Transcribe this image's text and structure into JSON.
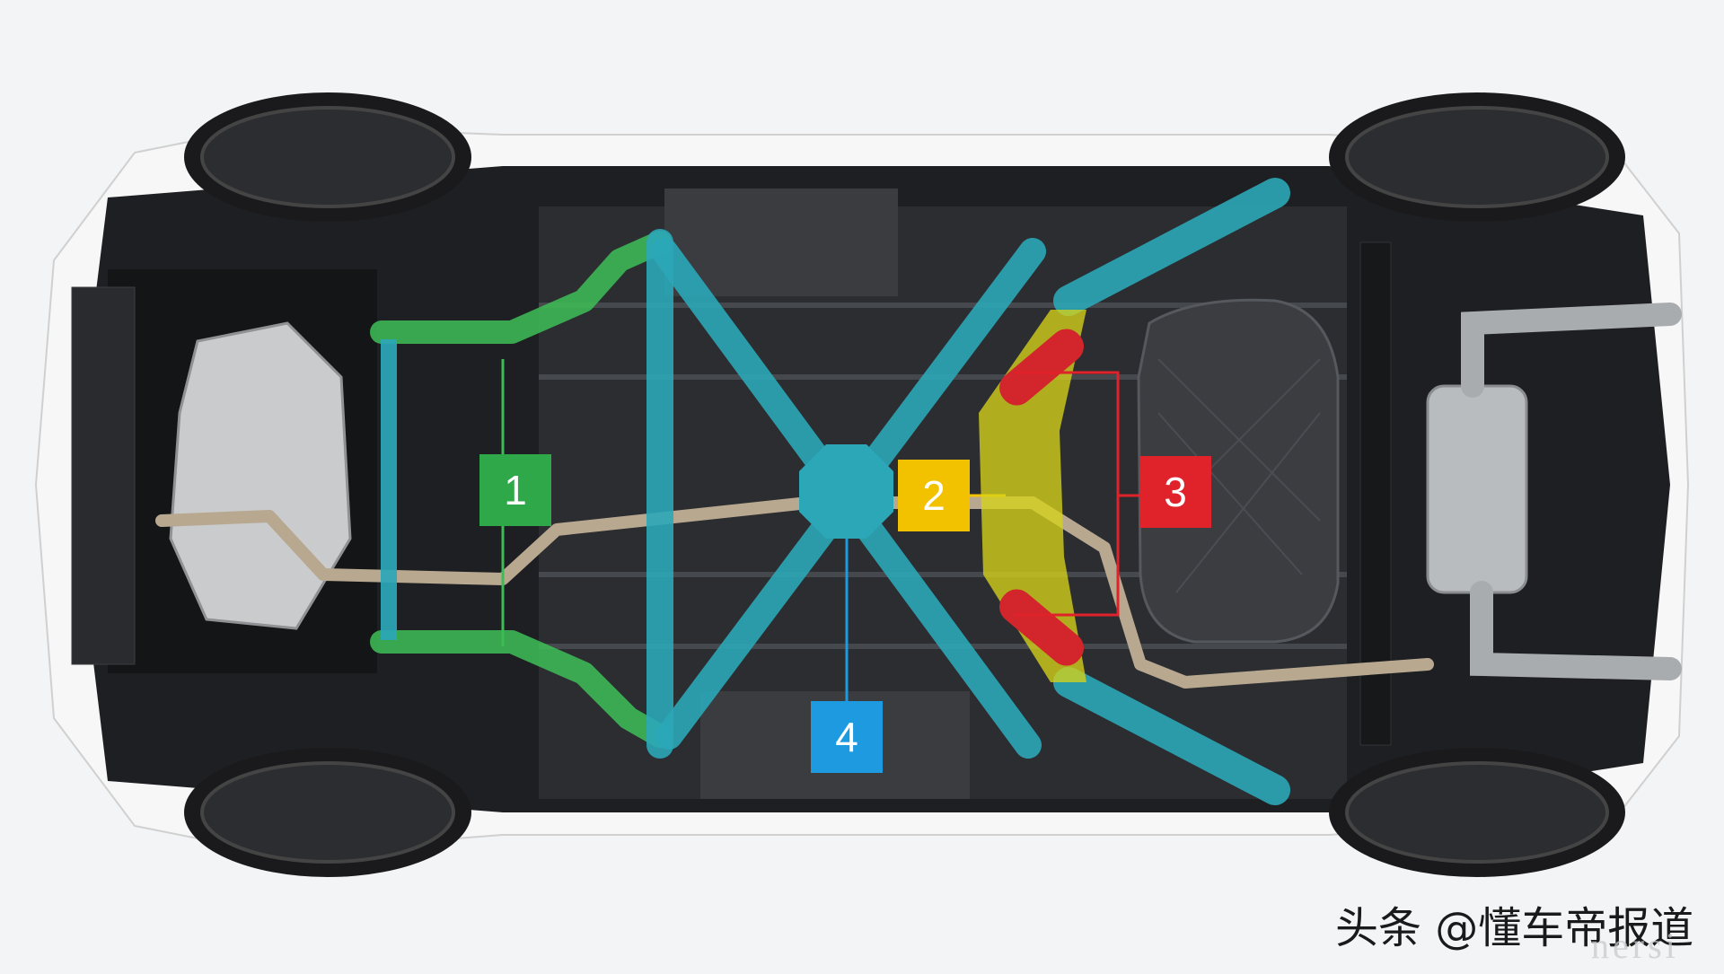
{
  "callouts": [
    {
      "label": "1",
      "color": "#2fa84a"
    },
    {
      "label": "2",
      "color": "#f2c200"
    },
    {
      "label": "3",
      "color": "#e0232a"
    },
    {
      "label": "4",
      "color": "#1d9ae0"
    }
  ],
  "structures": {
    "front_subframe_color": "#3dbb55",
    "x_brace_color": "#2ba7b8",
    "rear_crossmember_color": "#d6d21a",
    "mount_pad_color": "#d2262c",
    "bracket_line_color": "#e0232a"
  },
  "watermark": "头条 @懂车帝报道",
  "watermark_faint": "nersi"
}
